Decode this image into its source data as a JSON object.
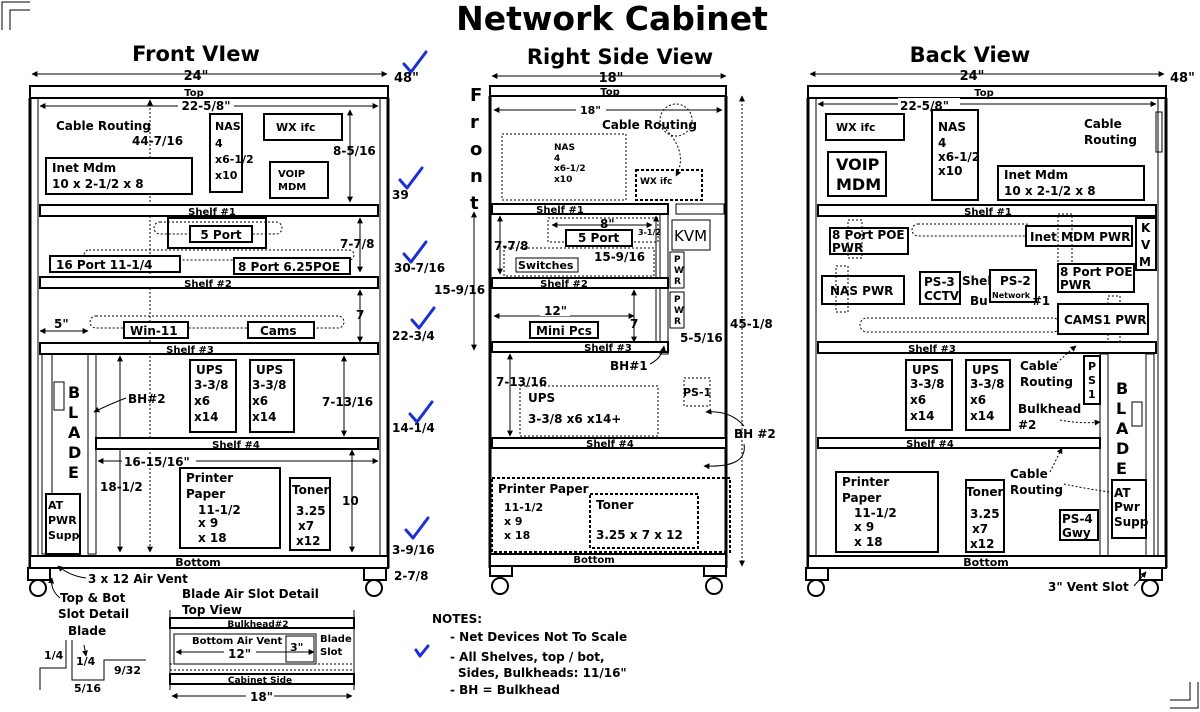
{
  "title": "Network Cabinet",
  "front": {
    "heading": "Front VIew",
    "width": "24\"",
    "depth": "48\"",
    "top": "Top",
    "inner_width": "22-5/8\"",
    "cable_routing": "Cable Routing",
    "height_total": "44-7/16",
    "nas": [
      "NAS",
      "4",
      "x6-1/2",
      "x10"
    ],
    "wx": "WX ifc",
    "voip": [
      "VOIP",
      "MDM"
    ],
    "inet": [
      "Inet Mdm",
      "10 x 2-1/2 x 8"
    ],
    "d1": "8-5/16",
    "m39": "39",
    "shelf1": "Shelf #1",
    "port5": "5 Port",
    "d2": "7-7/8",
    "m30": "30-7/16",
    "port16": "16 Port 11-1/4",
    "port8": "8 Port 6.25POE",
    "shelf2": "Shelf #2",
    "w5": "5\"",
    "win11": "Win-11",
    "cams": "Cams",
    "d3": "7",
    "m22": "22-3/4",
    "shelf3": "Shelf #3",
    "blade": [
      "B",
      "L",
      "A",
      "D",
      "E"
    ],
    "bh2": "BH#2",
    "ups1": [
      "UPS",
      "3-3/8",
      "x6",
      "x14"
    ],
    "ups2": [
      "UPS",
      "3-3/8",
      "x6",
      "x14"
    ],
    "d4": "7-13/16",
    "m14": "14-1/4",
    "shelf4": "Shelf #4",
    "w16": "16-15/16\"",
    "h18": "18-1/2",
    "printer": [
      "Printer",
      "Paper",
      "11-1/2",
      "x 9",
      "x 18"
    ],
    "toner": [
      "Toner",
      "3.25",
      "x7",
      "x12"
    ],
    "d5": "10",
    "at": [
      "AT",
      "PWR",
      "Supp"
    ],
    "m3": "3-9/16",
    "bottom": "Bottom",
    "m2": "2-7/8",
    "vent": "3 x 12 Air Vent"
  },
  "side": {
    "heading": "Right Side View",
    "width": "18\"",
    "top": "Top",
    "inner": "18\"",
    "front_letters": [
      "F",
      "r",
      "o",
      "n",
      "t"
    ],
    "cable_routing": "Cable Routing",
    "nas": [
      "NAS",
      "4",
      "x6-1/2",
      "x10"
    ],
    "wx": "WX ifc",
    "shelf1": "Shelf #1",
    "w8": "8\"",
    "port5": "5 Port",
    "half": "3-1/2",
    "kvm": "KVM",
    "d1": "7-7/8",
    "d2": "15-9/16",
    "d3": "15-9/16",
    "switches": "Switches",
    "pwr1": [
      "P",
      "W",
      "R"
    ],
    "shelf2": "Shelf #2",
    "w12": "12\"",
    "pwr2": [
      "P",
      "W",
      "R"
    ],
    "mini": "Mini Pcs",
    "d4": "7",
    "height": "45-1/8",
    "d5": "5-5/16",
    "shelf3": "Shelf #3",
    "bh1": "BH#1",
    "d6": "7-13/16",
    "ups": [
      "UPS",
      "3-3/8 x6 x14+"
    ],
    "ps1": "PS-1",
    "bh2": "BH #2",
    "shelf4": "Shelf #4",
    "printer": "Printer Paper",
    "paper": [
      "11-1/2",
      "x 9",
      "x 18"
    ],
    "toner": [
      "Toner",
      "3.25 x 7 x 12"
    ],
    "bottom": "Bottom"
  },
  "back": {
    "heading": "Back View",
    "width": "24\"",
    "depth": "48\"",
    "top": "Top",
    "inner": "22-5/8\"",
    "wx": "WX ifc",
    "nas": [
      "NAS",
      "4",
      "x6-1/2",
      "x10"
    ],
    "cable_routing": "Cable Routing",
    "voip": [
      "VOIP",
      "MDM"
    ],
    "inet": [
      "Inet Mdm",
      "10 x 2-1/2 x 8"
    ],
    "shelf1": "Shelf #1",
    "poe": [
      "8 Port POE",
      "PWR"
    ],
    "inet_pwr": "Inet MDM PWR",
    "kvm": [
      "K",
      "V",
      "M"
    ],
    "poe2": [
      "8 Port POE",
      "PWR"
    ],
    "nas_pwr": "NAS PWR",
    "ps3": [
      "PS-3",
      "CCTV"
    ],
    "ps2": [
      "PS-2",
      "Network"
    ],
    "shelf2": "Shel",
    "bulk1": "Bu",
    "bulk1b": "#1",
    "cams_pwr": "CAMS1 PWR",
    "shelf3": "Shelf #3",
    "ups1": [
      "UPS",
      "3-3/8",
      "x6",
      "x14"
    ],
    "ups2": [
      "UPS",
      "3-3/8",
      "x6",
      "x14"
    ],
    "cable2": "Cable Routing",
    "ps1": [
      "P",
      "S",
      "1"
    ],
    "bulkhead2": [
      "Bulkhead",
      "#2"
    ],
    "blade": [
      "B",
      "L",
      "A",
      "D",
      "E"
    ],
    "shelf4": "Shelf #4",
    "cable3": "Cable Routing",
    "printer": [
      "Printer",
      "Paper",
      "11-1/2",
      "x 9",
      "x 18"
    ],
    "toner": [
      "Toner",
      "3.25",
      "x7",
      "x12"
    ],
    "at": [
      "AT",
      "Pwr",
      "Supp"
    ],
    "ps4": [
      "PS-4",
      "Gwy"
    ],
    "bottom": "Bottom",
    "vent": "3\" Vent Slot"
  },
  "details": {
    "topbot": [
      "Top & Bot",
      "Slot Detail"
    ],
    "blade_label": "Blade",
    "q1": "1/4",
    "q2": "1/4",
    "q3": "9/32",
    "q4": "5/16",
    "slot_title": [
      "Blade Air Slot Detail",
      "Top View"
    ],
    "bulkhead2": "Bulkhead#2",
    "bottom_vent": "Bottom Air Vent",
    "w12": "12\"",
    "w3": "3\"",
    "blade_slot": [
      "Blade",
      "Slot"
    ],
    "cabinet_side": "Cabinet Side",
    "w18": "18\""
  },
  "notes": {
    "heading": "NOTES:",
    "items": [
      "- Net Devices Not To Scale",
      "- All Shelves, top / bot,",
      "Sides, Bulkheads: 11/16\"",
      "- BH = Bulkhead"
    ]
  },
  "colors": {
    "check": "#1a2fd6",
    "ink": "#000000"
  }
}
